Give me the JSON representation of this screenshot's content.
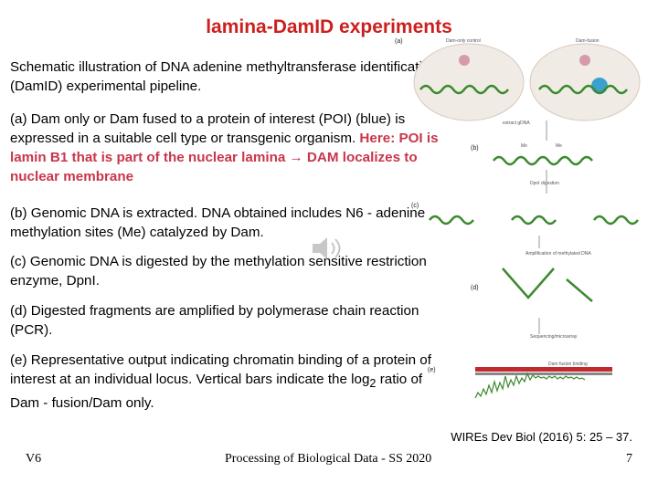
{
  "slide": {
    "title": "lamina-DamID experiments",
    "intro": "Schematic illustration of DNA adenine methyltransferase identification (DamID) experimental pipeline.",
    "para_a": "(a) Dam only or Dam fused to a protein of interest (POI) (blue) is expressed in a suitable cell type or transgenic organism. ",
    "para_a_highlight": "Here: POI is lamin B1 that is part of the nuclear lamina → DAM localizes to nuclear membrane",
    "para_b": "(b) Genomic DNA is extracted. DNA obtained includes N6 - adenine methylation sites (Me) catalyzed by Dam.",
    "para_c": "(c) Genomic DNA is digested by the methylation sensitive restriction enzyme, DpnI.",
    "para_d": "(d) Digested fragments are amplified by polymerase chain reaction (PCR).",
    "para_e_pre": "(e) Representative output indicating chromatin binding of a protein of interest at an individual locus. Vertical bars indicate the log",
    "para_e_sub": "2",
    "para_e_post": " ratio of Dam - fusion/Dam only.",
    "reference": "WIREs Dev Biol (2016) 5: 25 – 37.",
    "footer_left": "V6",
    "footer_center": "Processing of Biological Data - SS 2020",
    "footer_right": "7"
  },
  "figure": {
    "label_a": "(a)",
    "label_b": "(b)",
    "label_c": "(c)",
    "label_d": "(d)",
    "label_e": "(e)",
    "dam_only": "Dam-only control",
    "dam_fusion": "Dam-fusion",
    "extract": "extract gDNA",
    "dpni": "DpnI digestion",
    "amplify": "Amplification of methylated DNA",
    "seq": "Sequencing/microarray",
    "me": "Me",
    "dam_binding": "Dam fusion binding"
  },
  "colors": {
    "title": "#cc1f1f",
    "highlight": "#c8364b",
    "dna_green": "#3b8a2e",
    "poi_blue": "#3aa0d0",
    "binding_red": "#c0292e"
  }
}
